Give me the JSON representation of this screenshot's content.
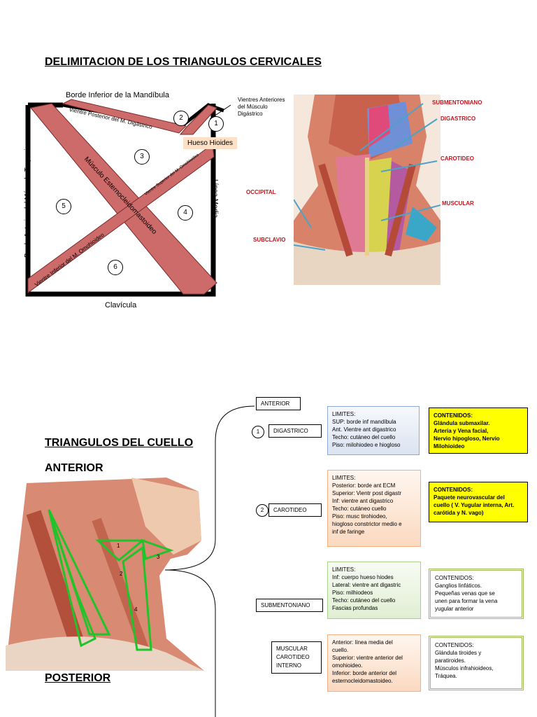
{
  "title_top": "DELIMITACION DE LOS TRIANGULOS CERVICALES",
  "diagram": {
    "top_label": "Borde Inferior de la Mandíbula",
    "left_label": "Borde Anterior del Músculo Trapecio",
    "right_label": "Línea Media",
    "bottom_label": "Clavícula",
    "post_digastric": "Vientre Posterior del M. Digástrico",
    "scm": "Músculo Esternocleidomastoideo",
    "omo_sup": "Vientre Superior del M. Omohioideo",
    "omo_inf": "Vientre Inferior del M. Omohioideo",
    "hyoid": "Hueso Hioides",
    "anterior_bellies": "Vientres Anteriores del Músculo Digástrico",
    "numbers": [
      "1",
      "2",
      "3",
      "4",
      "5",
      "6"
    ]
  },
  "neck_image_labels": {
    "submentoniano": "SUBMENTONIANO",
    "digastrico": "DIGASTRICO",
    "carotideo": "CAROTIDEO",
    "muscular": "MUSCULAR",
    "occipital": "OCCIPITAL",
    "subclavio": "SUBCLAVIO"
  },
  "section2": {
    "title": "TRIANGULOS DEL CUELLO",
    "anterior": "ANTERIOR",
    "posterior": "POSTERIOR",
    "image_numbers": [
      "1",
      "2",
      "3",
      "4"
    ],
    "anterior_tag": "ANTERIOR",
    "rows": [
      {
        "num": "1",
        "name": "DIGASTRICO",
        "limits": [
          "LIMITES:",
          "SUP: borde inf mandíbula",
          "Ant. Vientre ant digastrico",
          "Techo: cutáneo del cuello",
          "Piso: milohiodeo e hiogloso"
        ],
        "contents": [
          "CONTENIDOS:",
          "Glándula submaxilar.",
          "Arteria  y Vena facial,",
          "Nervio hipogloso, Nervio",
          "Milohioideo"
        ]
      },
      {
        "num": "2",
        "name": "CAROTIDEO",
        "limits": [
          "LIMITES:",
          "Posterior: borde ant ECM",
          " Superior: Vientr post digastr",
          "Inf: vientre ant digastrico",
          "Techo: cutáneo cuello",
          "Piso: musc tirohiodeo,",
          "hiogloso constrictor medio e",
          "inf de faringe"
        ],
        "contents": [
          "CONTENIDOS:",
          "Paquete neurovascular del",
          "cuello ( V. Yugular interna, Art.",
          "carótida y N. vago)"
        ]
      },
      {
        "num": "",
        "name": "SUBMENTONIANO",
        "limits": [
          "LIMITES:",
          "Inf: cuerpo hueso hiodes",
          "Lateral: vientre ant digastric",
          "Piso: milhiodeos",
          "Techo: cutáneo del cuello",
          "Fascias profundas"
        ],
        "contents": [
          "CONTENIDOS:",
          "Ganglios linfáticos.",
          "Pequeñas venas que se",
          "unen para formar la vena",
          "yugular anterior"
        ]
      },
      {
        "num": "",
        "name": "MUSCULAR CAROTIDEO INTERNO",
        "limits": [
          "Anterior: línea media del",
          "cuello.",
          "Superior: vientre anterior del",
          "omohioideo.",
          "Inferior: borde anterior del",
          "esternocleidomastoideo."
        ],
        "contents": [
          "CONTENIDOS:",
          "Glándula tiroides y",
          "paratiroides.",
          "Músculos infrahioideos,",
          "Tráquea."
        ]
      }
    ]
  }
}
